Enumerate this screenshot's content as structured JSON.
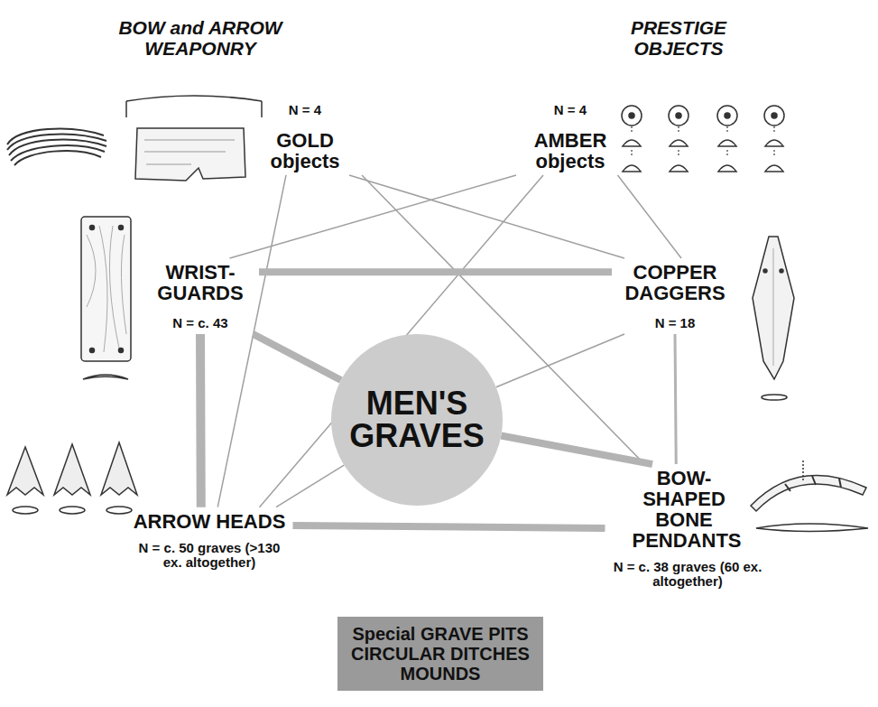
{
  "diagram": {
    "nodes": [
      {
        "text": [
          "N = 4",
          "GOLD objects"
        ]
      },
      {
        "text": [
          "N = 4",
          "AMBER objects"
        ]
      },
      {
        "text": [
          "WRIST-GUARDS",
          "N = c. 43"
        ]
      },
      {
        "text": [
          "COPPER DAGGERS",
          "N = 18"
        ]
      },
      {
        "text": [
          "MEN'S GRAVES"
        ]
      },
      {
        "text": [
          "ARROW HEADS",
          "N = c. 50 graves (>130 ex. altogether)"
        ]
      },
      {
        "text": [
          "BOW-SHAPED BONE PENDANTS",
          "N = c. 38 graves (60 ex. altogether)"
        ]
      },
      {
        "text": [
          "Special GRAVE PITS CIRCULAR DITCHES MOUNDS"
        ]
      }
    ],
    "edges": [
      {
        "from": 0,
        "to": 5,
        "arrow": "none"
      },
      {
        "from": 0,
        "to": 3,
        "arrow": "none"
      },
      {
        "from": 0,
        "to": 6,
        "arrow": "none"
      },
      {
        "from": 1,
        "to": 2,
        "arrow": "none"
      },
      {
        "from": 1,
        "to": 5,
        "arrow": "none"
      },
      {
        "from": 1,
        "to": 3,
        "arrow": "none"
      },
      {
        "from": 2,
        "to": 3,
        "arrow": "none"
      },
      {
        "from": 2,
        "to": 5,
        "arrow": "none"
      },
      {
        "from": 2,
        "to": 4,
        "arrow": "none"
      },
      {
        "from": 3,
        "to": 6,
        "arrow": "none"
      },
      {
        "from": 5,
        "to": 4,
        "arrow": "none"
      },
      {
        "from": 4,
        "to": 3,
        "arrow": "none"
      },
      {
        "from": 4,
        "to": 6,
        "arrow": "none"
      },
      {
        "from": 5,
        "to": 6,
        "arrow": "none"
      }
    ],
    "labels": [
      "BOW and ARROW WEAPONRY",
      "PRESTIGE OBJECTS"
    ]
  }
}
